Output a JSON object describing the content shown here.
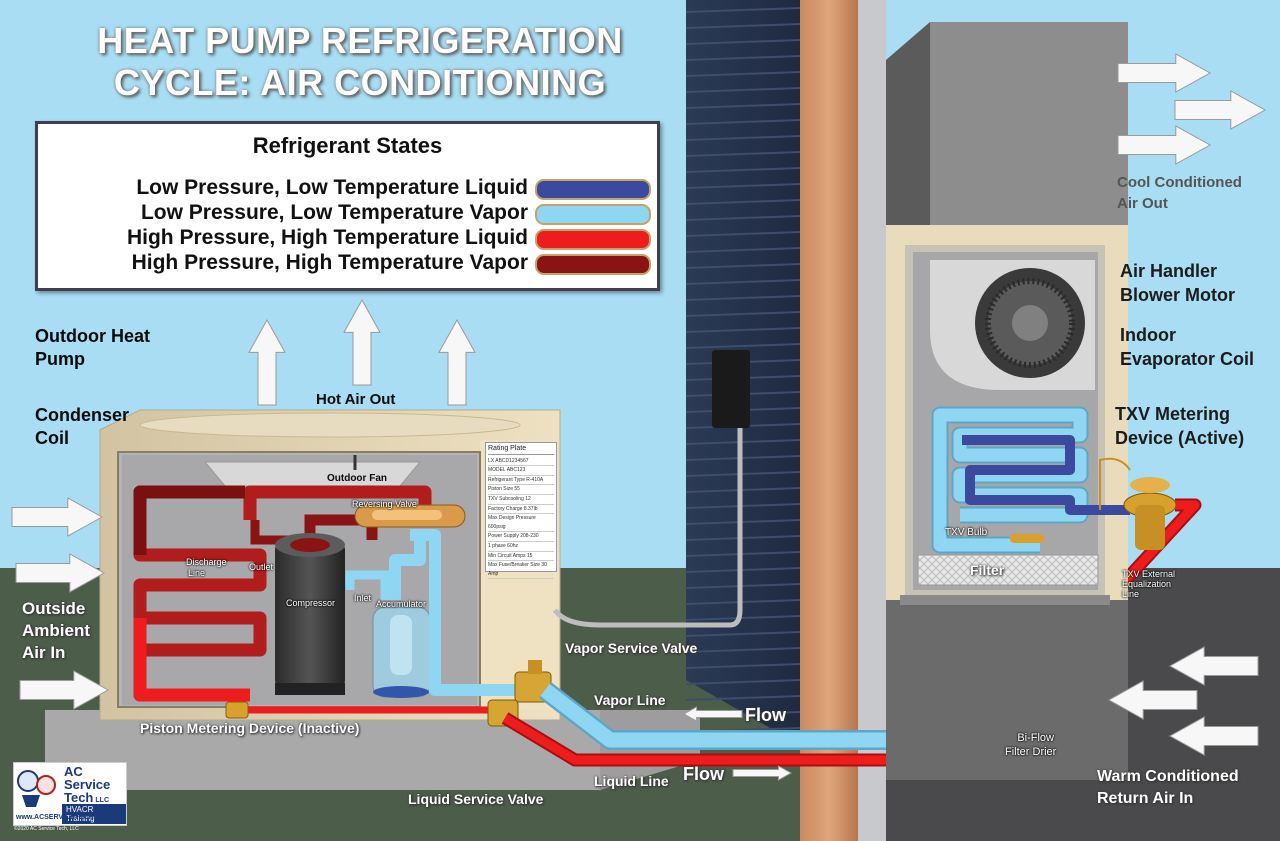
{
  "title": {
    "line1": "HEAT PUMP REFRIGERATION",
    "line2": "CYCLE: AIR CONDITIONING"
  },
  "legend": {
    "heading": "Refrigerant States",
    "rows": [
      {
        "label": "Low Pressure, Low Temperature Liquid",
        "color": "#3b4a9e"
      },
      {
        "label": "Low Pressure, Low Temperature Vapor",
        "color": "#8fd6f2"
      },
      {
        "label": "High Pressure, High Temperature Liquid",
        "color": "#ee1c1c"
      },
      {
        "label": "High Pressure, High Temperature Vapor",
        "color": "#8a1414"
      }
    ]
  },
  "labels": {
    "outdoor_heat_pump": [
      "Outdoor Heat",
      "Pump"
    ],
    "condenser_coil": [
      "Condenser",
      "Coil"
    ],
    "hot_air_out": "Hot Air Out",
    "outside_ambient": [
      "Outside",
      "Ambient",
      "Air In"
    ],
    "outdoor_fan": "Outdoor Fan",
    "reversing_valve": "Reversing Valve",
    "discharge_line": [
      "Discharge",
      "Line"
    ],
    "outlet": "Outlet",
    "inlet": "Inlet",
    "compressor": "Compressor",
    "accumulator": "Accumulator",
    "piston_metering": "Piston Metering Device (Inactive)",
    "vapor_service_valve": "Vapor Service Valve",
    "vapor_line": "Vapor Line",
    "liquid_line": "Liquid Line",
    "liquid_service_valve": "Liquid Service Valve",
    "flow_top": "Flow",
    "flow_bottom": "Flow",
    "cool_air_out": [
      "Cool Conditioned",
      "Air Out"
    ],
    "air_handler": [
      "Air Handler",
      "Blower Motor"
    ],
    "evaporator": [
      "Indoor",
      "Evaporator Coil"
    ],
    "txv": [
      "TXV Metering",
      "Device (Active)"
    ],
    "txv_bulb": "TXV Bulb",
    "filter": "Filter",
    "txv_external": [
      "TXV External",
      "Equalization",
      "Line"
    ],
    "filter_drier": [
      "Bi-Flow",
      "Filter Drier"
    ],
    "warm_return": [
      "Warm Conditioned",
      "Return Air In"
    ]
  },
  "rating_plate": {
    "title": "Rating Plate",
    "lines": [
      "LX ABCD1234567",
      "MODEL ABC123",
      "Refrigerant Type R-410A",
      "Piston Size 55",
      "TXV Subcooling 12",
      "Factory Charge 8.37lb",
      "Max Design Pressure 600psig",
      "Power Supply 208-230",
      "1 phase 60hz",
      "Min Circuit Amps 15",
      "Max Fuse/Breaker Size 30 Amp"
    ]
  },
  "logo": {
    "line1": "AC",
    "line2": "Service",
    "line3": "Tech",
    "llc": "LLC",
    "banner": "HVACR Training",
    "url": "www.ACSERVICETECH.com",
    "copyright": "©2020 AC Service Tech, LLC"
  },
  "colors": {
    "sky": "#a9ddf3",
    "ground": "#4c5d4a",
    "liquid_low": "#3b4a9e",
    "vapor_low": "#8fd6f2",
    "liquid_high": "#ee1c1c",
    "vapor_high": "#8a1414"
  }
}
